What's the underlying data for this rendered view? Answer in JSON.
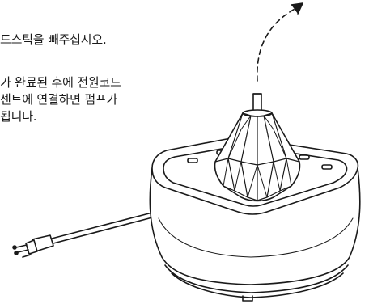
{
  "instructions": {
    "line1": "드스틱을 빼주십시오.",
    "line2": "가 완료된 후에 전원코드",
    "line3": "센트에 연결하면 펌프가",
    "line4": "됩니다."
  },
  "colors": {
    "ink": "#1a1a1a",
    "background": "#ffffff"
  },
  "icons": [
    "upward-dashed-arrow",
    "power-plug",
    "fountain-base",
    "fountain-spout"
  ]
}
